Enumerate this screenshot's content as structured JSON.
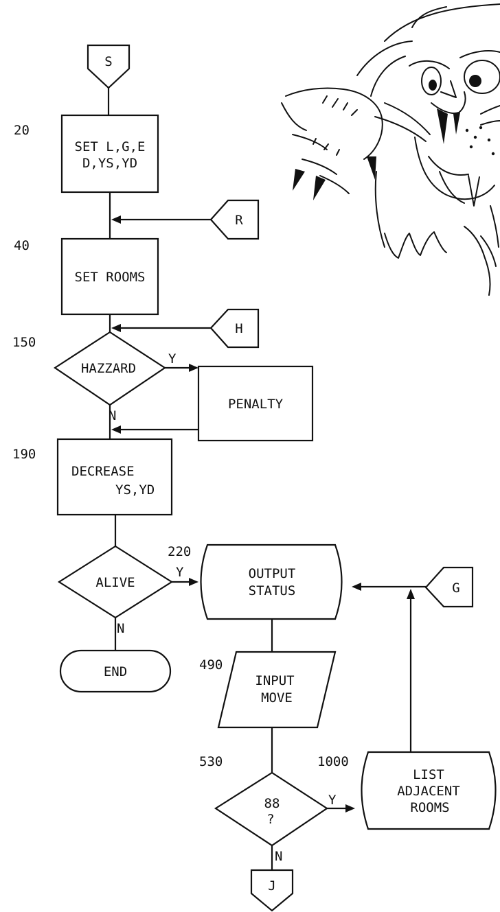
{
  "connectors": {
    "s": "S",
    "r": "R",
    "h": "H",
    "g": "G",
    "j": "J"
  },
  "boxes": {
    "set_lge": [
      "SET L,G,E",
      "D,YS,YD"
    ],
    "set_rooms": "SET ROOMS",
    "hazzard": "HAZZARD",
    "penalty": "PENALTY",
    "decrease": [
      "DECREASE",
      "YS,YD"
    ],
    "alive": "ALIVE",
    "end": "END",
    "output_status": [
      "OUTPUT",
      "STATUS"
    ],
    "input_move": [
      "INPUT",
      "MOVE"
    ],
    "q88": [
      "88",
      "?"
    ],
    "list_adjacent": [
      "LIST",
      "ADJACENT",
      "ROOMS"
    ]
  },
  "branch_labels": {
    "hazzard_yes": "Y",
    "hazzard_no": "N",
    "alive_yes": "Y",
    "alive_no": "N",
    "q88_yes": "Y",
    "q88_no": "N"
  },
  "line_numbers": {
    "n20": "20",
    "n40": "40",
    "n150": "150",
    "n190": "190",
    "n220": "220",
    "n490": "490",
    "n530": "530",
    "n1000": "1000"
  }
}
